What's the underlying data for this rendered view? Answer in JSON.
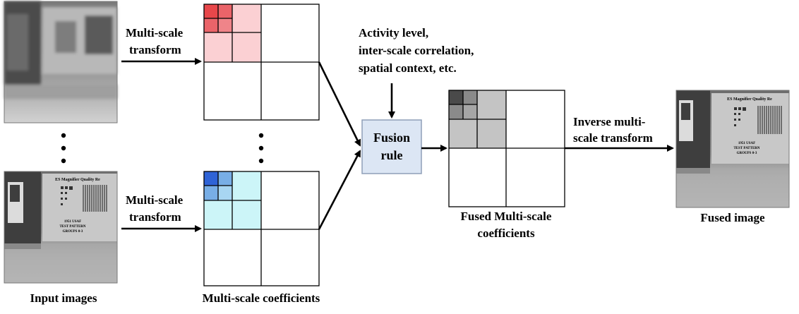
{
  "labels": {
    "transform_top": [
      "Multi-scale",
      "transform"
    ],
    "transform_bottom": [
      "Multi-scale",
      "transform"
    ],
    "activity": [
      "Activity level,",
      "inter-scale correlation,",
      "spatial context, etc."
    ],
    "fusion_rule": [
      "Fusion",
      "rule"
    ],
    "inverse": [
      "Inverse multi-",
      "scale transform"
    ],
    "fused_coefficients": [
      "Fused Multi-scale",
      "coefficients"
    ],
    "fused_image": "Fused image",
    "input_images": "Input images",
    "multiscale_coefficients": "Multi-scale coefficients"
  },
  "photo_text": {
    "header": "ES Magnifier Quality Re",
    "block_top": [
      "1951 USAF",
      "TEST PATTERN",
      "GROUPS 0-3"
    ]
  },
  "colors": {
    "red_level1": "#e8474a",
    "red_level2": "#f59ea3",
    "red_level3": "#fbd0d3",
    "blue_level1": "#2f63d6",
    "blue_level2": "#9ad0ef",
    "blue_level3": "#ccf5f8",
    "gray_level1": "#4a4a4a",
    "gray_level2": "#9a9a9a",
    "gray_level3": "#c4c4c4",
    "fusion_box_fill": "#dce6f4",
    "fusion_box_stroke": "#8f9fb8"
  }
}
